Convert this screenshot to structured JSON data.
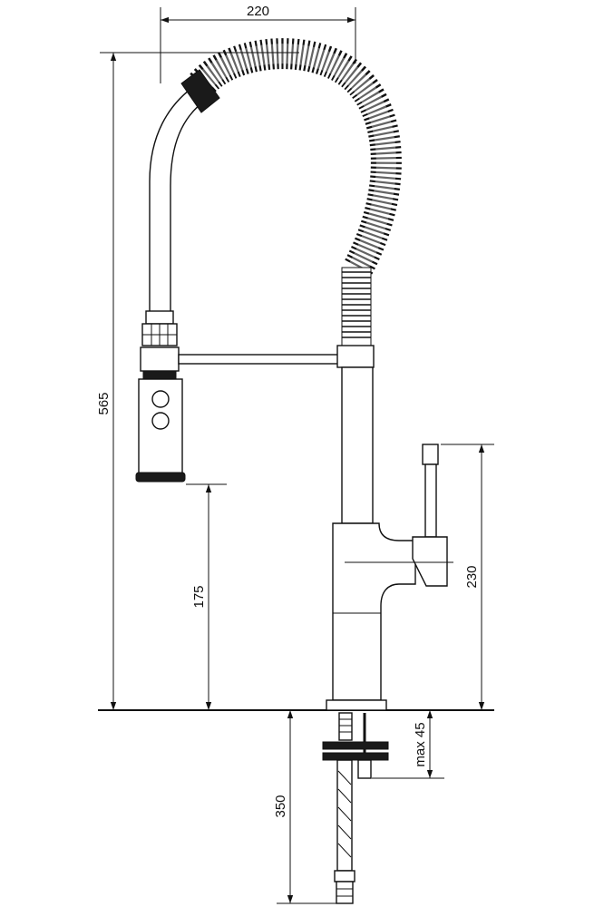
{
  "dimensions": {
    "top_width": "220",
    "total_height": "565",
    "spray_head_clearance": "175",
    "lever_height": "230",
    "max_deck_thickness": "max 45",
    "hose_length": "350"
  }
}
